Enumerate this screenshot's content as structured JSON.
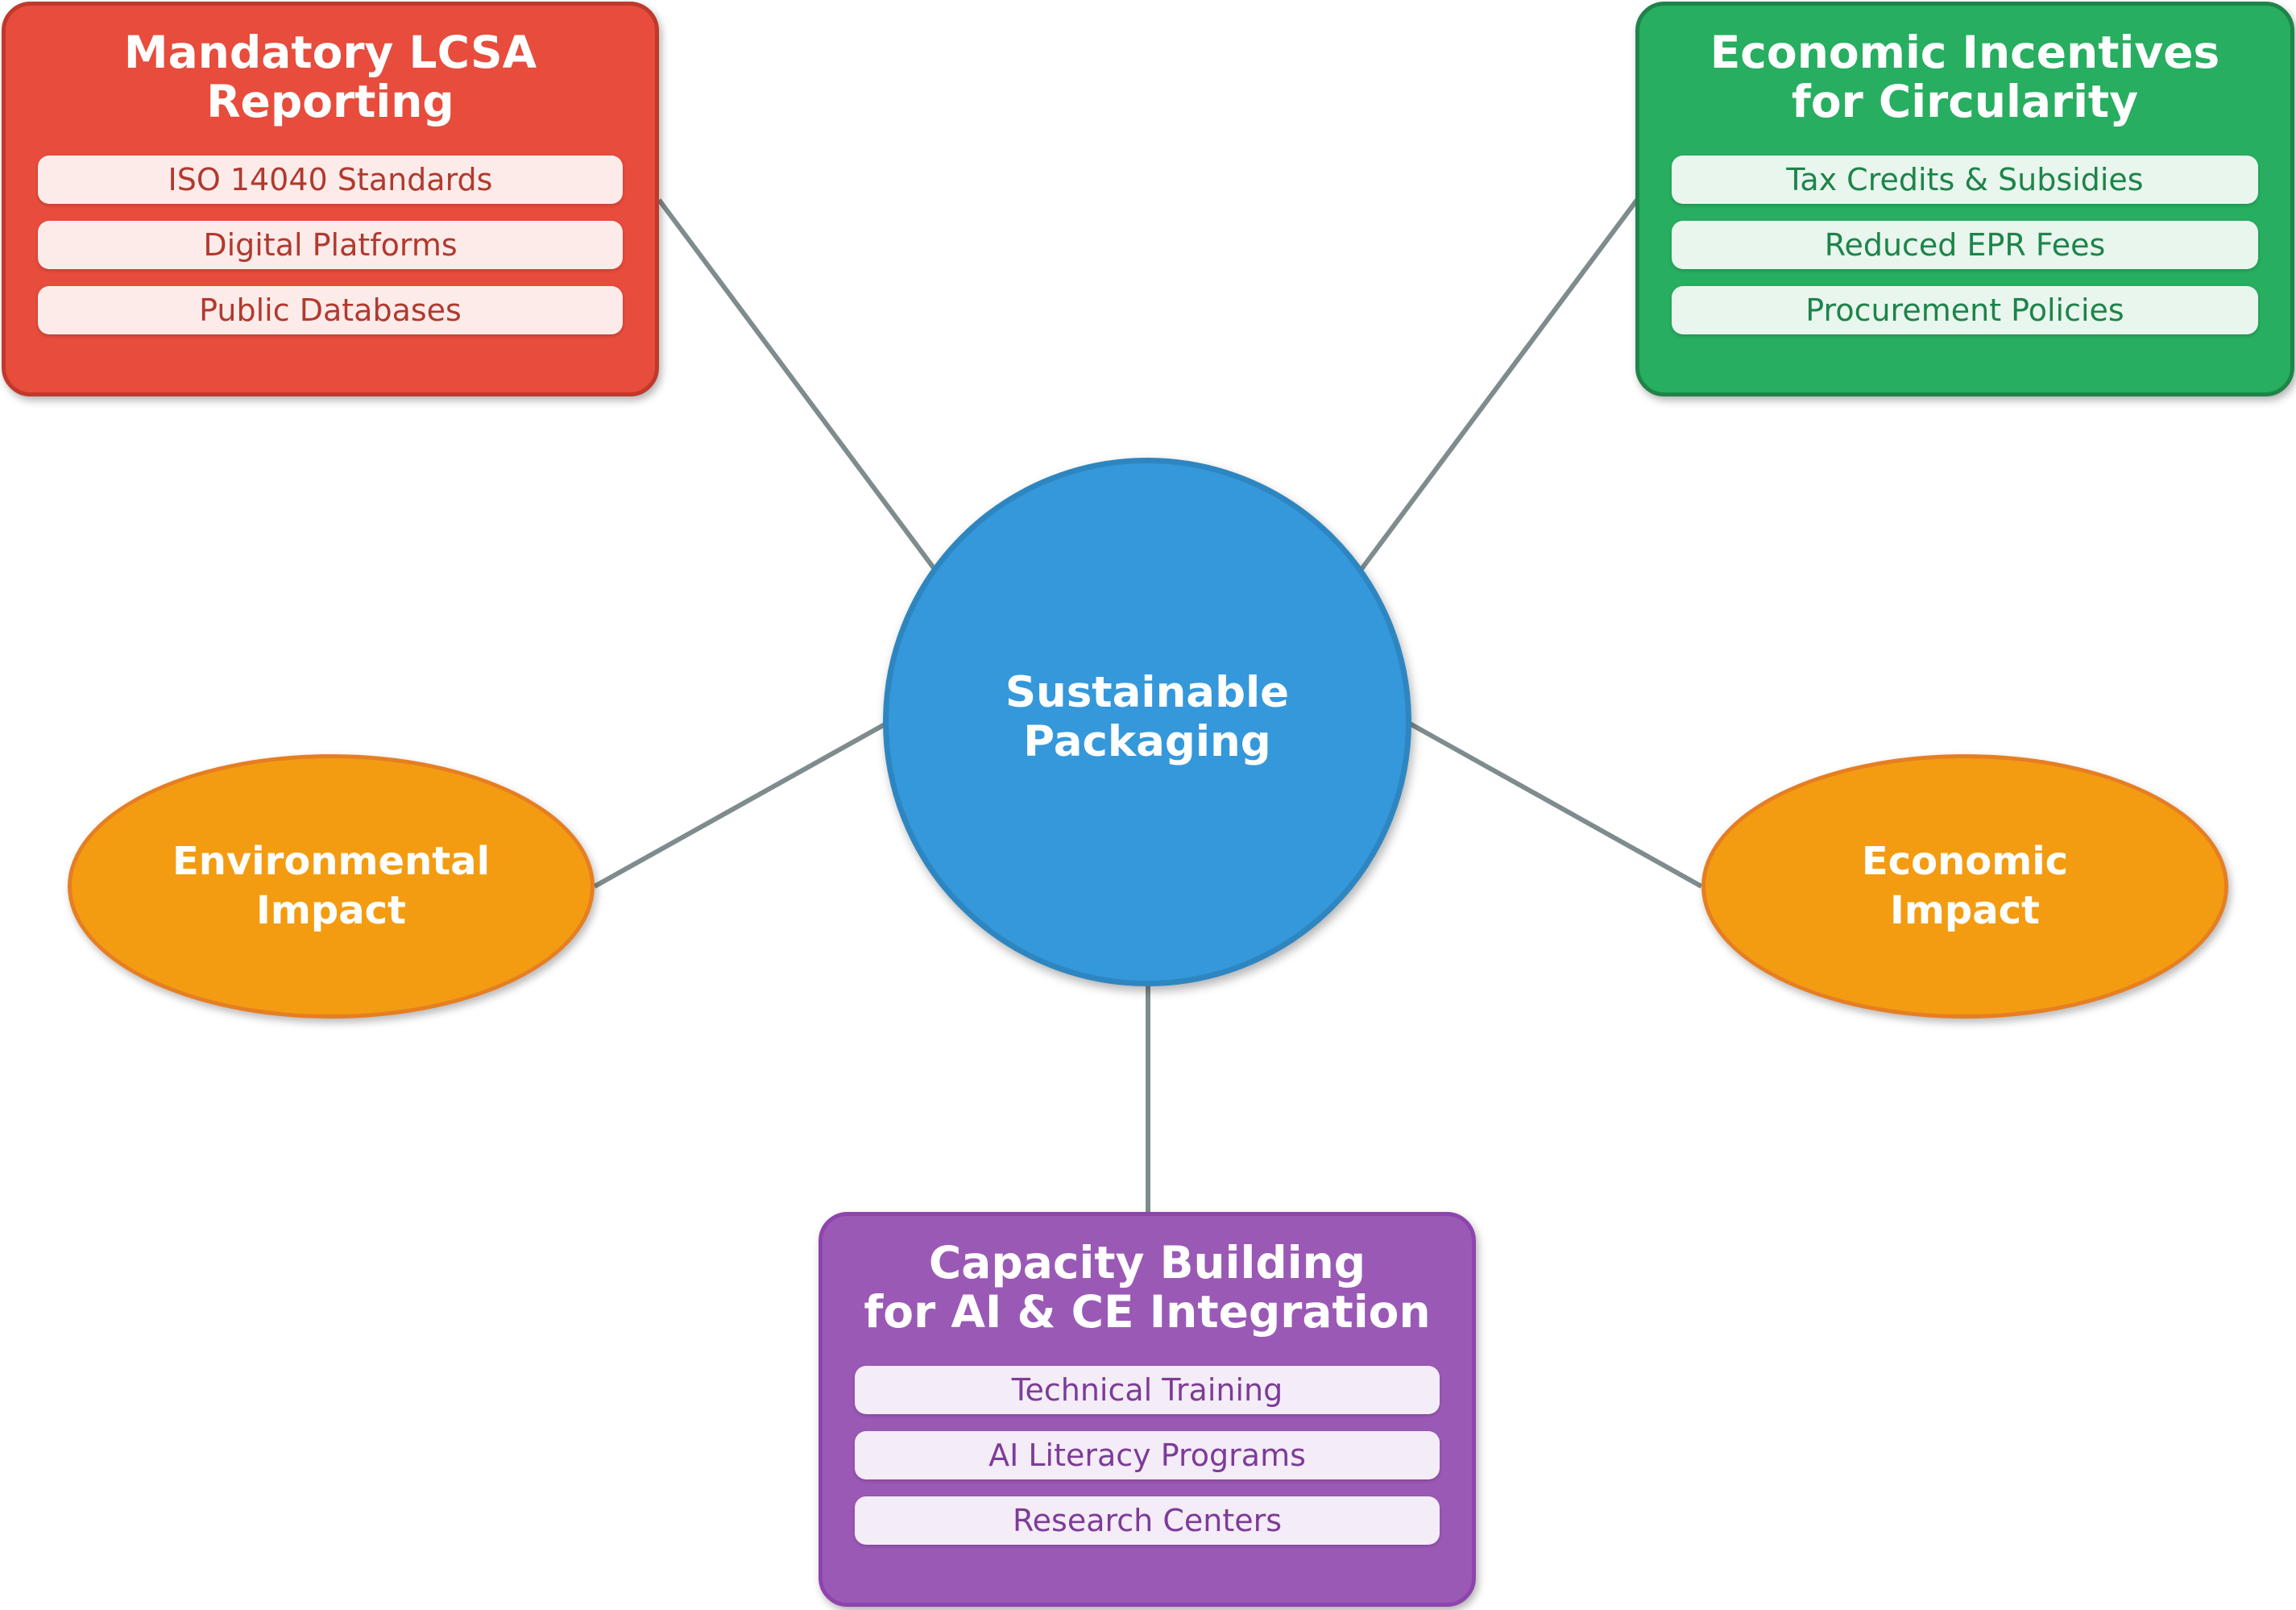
{
  "center": {
    "label": "Sustainable\nPackaging"
  },
  "boxes": {
    "mandatory_lcsa": {
      "title": "Mandatory LCSA\nReporting",
      "items": [
        "ISO 14040 Standards",
        "Digital Platforms",
        "Public Databases"
      ]
    },
    "economic_incentives": {
      "title": "Economic Incentives\nfor Circularity",
      "items": [
        "Tax Credits & Subsidies",
        "Reduced EPR Fees",
        "Procurement Policies"
      ]
    },
    "capacity_building": {
      "title": "Capacity Building\nfor AI & CE Integration",
      "items": [
        "Technical Training",
        "AI Literacy Programs",
        "Research Centers"
      ]
    }
  },
  "ellipses": {
    "environmental": {
      "label": "Environmental\nImpact"
    },
    "economic": {
      "label": "Economic\nImpact"
    }
  },
  "colors": {
    "connector": "#7f8c8d",
    "center_fill": "#3498db",
    "red_box": "#e74c3c",
    "green_box": "#27ae60",
    "purple_box": "#9b59b6",
    "ellipse_fill": "#f39c12"
  }
}
